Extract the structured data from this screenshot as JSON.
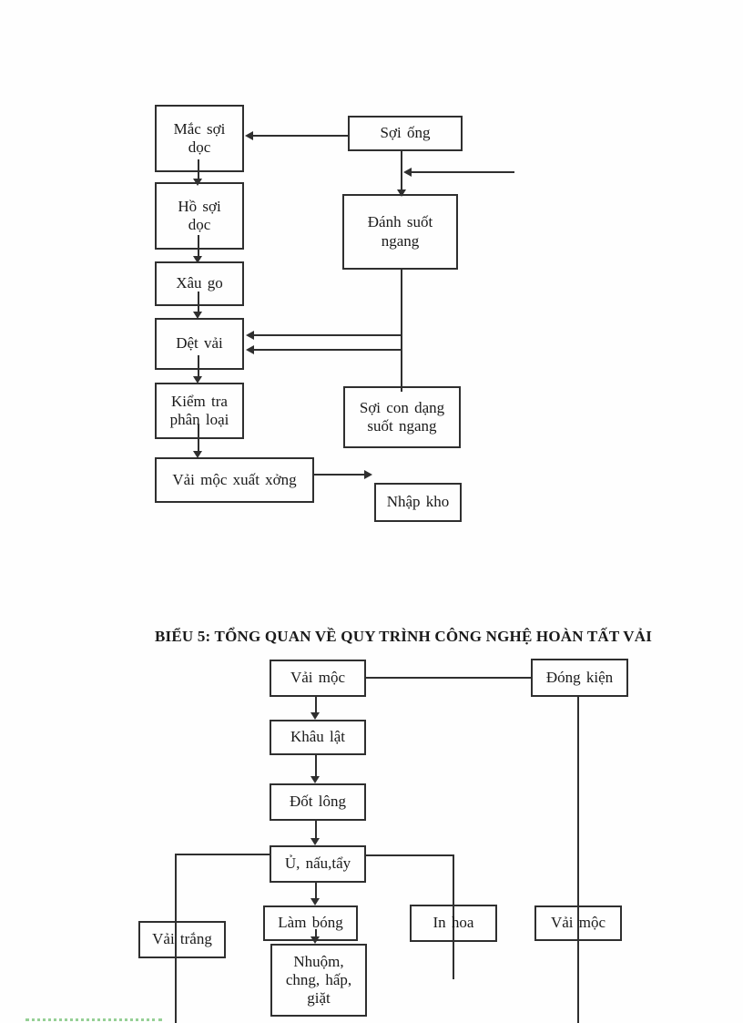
{
  "colors": {
    "ink": "#2f2f2f",
    "text": "#1a1a1a",
    "accent_dotted": "#96d096",
    "page_bg": "#fefefe"
  },
  "diagram1": {
    "boxes": {
      "mac_soi_doc": "Mắc sợi\ndọc",
      "soi_ong": "Sợi ống",
      "ho_soi_doc": "Hồ sợi\ndọc",
      "danh_suot_ngang": "Đánh suốt\nngang",
      "xau_go": "Xâu go",
      "det_vai": "Dệt vải",
      "kiem_tra_phan_loai": "Kiểm tra\nphân loại",
      "soi_con_dang_suot_ngang": "Sợi con dạng\nsuốt ngang",
      "vai_moc_xuat_xong": "Vải mộc xuất xởng",
      "nhap_kho": "Nhập kho"
    }
  },
  "diagram2": {
    "title": "BIỂU 5: TỔNG QUAN VỀ QUY TRÌNH CÔNG NGHỆ HOÀN TẤT VẢI",
    "boxes": {
      "vai_moc": "Vải mộc",
      "dong_kien": "Đóng kiện",
      "khau_lat": "Khâu lật",
      "dot_long": "Đốt lông",
      "u_nau_tay": "Ủ, nấu,tẩy",
      "vai_trang": "Vải trắng",
      "lam_bong": "Làm bóng",
      "in_hoa": "In hoa",
      "vai_moc_2": "Vải mộc",
      "nhuom_chng_hap_giat": "Nhuộm,\nchng, hấp,\ngiặt"
    }
  }
}
